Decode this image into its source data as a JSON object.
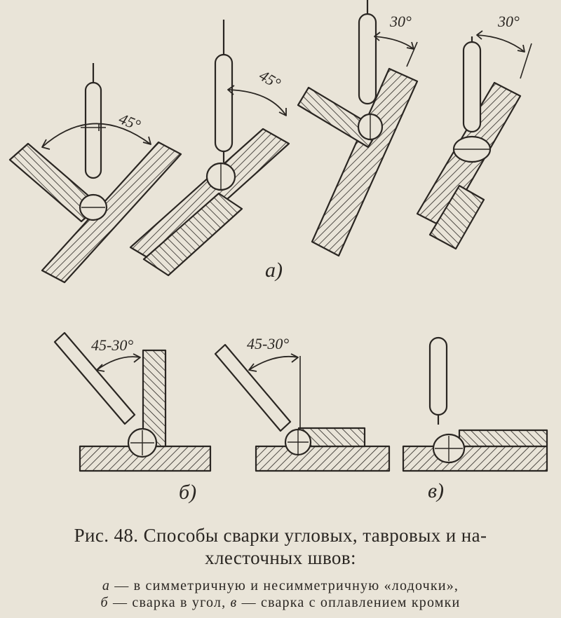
{
  "figure": {
    "labels": {
      "a": "а)",
      "b": "б)",
      "v": "в)"
    },
    "angles": {
      "a1": "45°",
      "a2": "45°",
      "a3": "30°",
      "a4": "30°",
      "b1": "45-30°",
      "b2": "45-30°"
    }
  },
  "caption": {
    "title_line1": "Рис. 48. Способы сварки угловых, тавровых и на-",
    "title_line2": "хлесточных швов:",
    "note_a_letter": "а",
    "note_a_text": " — в симметричную и несимметричную «лодочки»,",
    "note_b_letter": "б",
    "note_b_text": " — сварка в угол, ",
    "note_v_letter": "в",
    "note_v_text": " — сварка с оплавлением кромки"
  }
}
